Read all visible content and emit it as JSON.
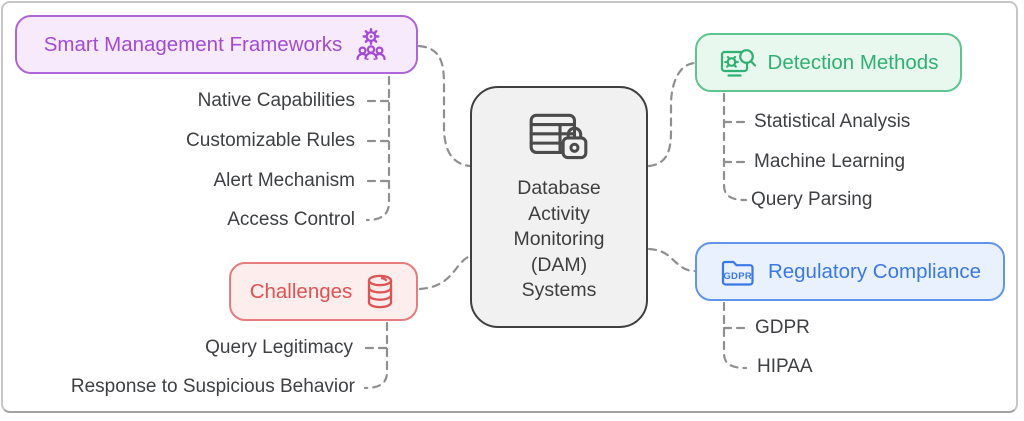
{
  "diagram": {
    "center": {
      "icon": "table-lock-icon",
      "lines": [
        "Database",
        "Activity",
        "Monitoring",
        "(DAM)",
        "Systems"
      ]
    },
    "branches": [
      {
        "id": "smart-management-frameworks",
        "label": "Smart Management Frameworks",
        "icon": "team-gear-icon",
        "text_color": "#a34bd4",
        "border_color": "#ad66d9",
        "fill_color": "#f8eafd",
        "children": [
          "Native Capabilities",
          "Customizable Rules",
          "Alert Mechanism",
          "Access Control"
        ]
      },
      {
        "id": "challenges",
        "label": "Challenges",
        "icon": "database-icon",
        "text_color": "#de5353",
        "border_color": "#e67c7c",
        "fill_color": "#fdeded",
        "children": [
          "Query Legitimacy",
          "Response to Suspicious Behavior"
        ]
      },
      {
        "id": "detection-methods",
        "label": "Detection Methods",
        "icon": "bug-scan-icon",
        "text_color": "#2fb173",
        "border_color": "#5cc68e",
        "fill_color": "#e9f8ef",
        "children": [
          "Statistical Analysis",
          "Machine Learning",
          "Query Parsing"
        ]
      },
      {
        "id": "regulatory-compliance",
        "label": "Regulatory Compliance",
        "icon": "gdpr-folder-icon",
        "icon_text": "GDPR",
        "text_color": "#3b78e7",
        "border_color": "#6195ec",
        "fill_color": "#e9f1fe",
        "children": [
          "GDPR",
          "HIPAA"
        ]
      }
    ],
    "colors": {
      "center_fill": "#f1f1f1",
      "center_border": "#3f3f3f",
      "leaf_text": "#3e4043",
      "connector": "#8f8f8f"
    }
  }
}
